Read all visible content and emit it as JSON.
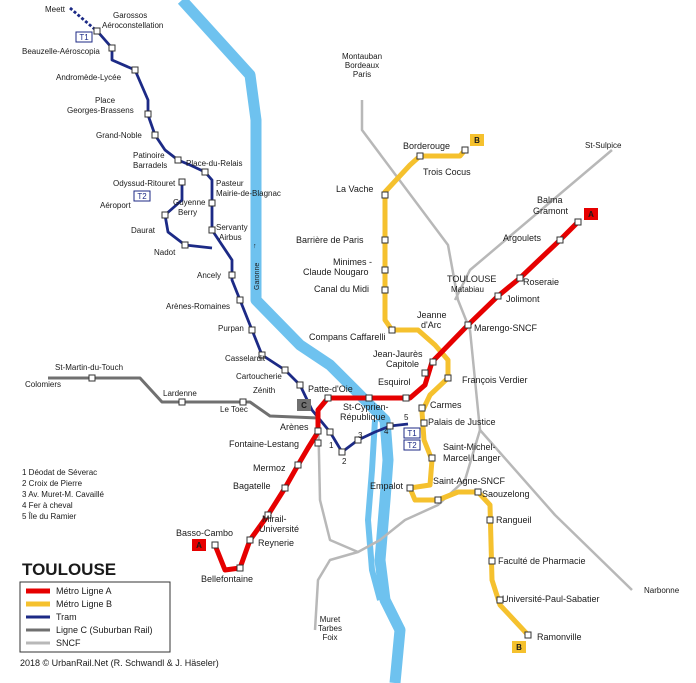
{
  "map_title": "TOULOUSE",
  "credit": "2018 © UrbanRail.Net (R. Schwandl & J. Häseler)",
  "river_label": "Garonne",
  "colors": {
    "line_a": "#e60000",
    "line_b": "#f5c12e",
    "tram": "#1c2a86",
    "suburban": "#707070",
    "sncf": "#b8b8b8",
    "river": "#6ec2ef"
  },
  "badges": {
    "line_a": "A",
    "line_b": "B",
    "tram_t1": "T1",
    "tram_t2": "T2",
    "line_c": "C"
  },
  "legend": {
    "line_a": "Métro Ligne A",
    "line_b": "Métro Ligne B",
    "tram": "Tram",
    "suburban": "Ligne C (Suburban Rail)",
    "sncf": "SNCF"
  },
  "footnotes": [
    "1  Déodat de Séverac",
    "2  Croix de Pierre",
    "3  Av. Muret-M. Cavaillé",
    "4  Fer à cheval",
    "5  Île du Ramier"
  ],
  "destinations": {
    "north_l1": "Montauban",
    "north_l2": "Bordeaux",
    "north_l3": "Paris",
    "st_sulpice": "St-Sulpice",
    "narbonne": "Narbonne",
    "south_l1": "Muret",
    "south_l2": "Tarbes",
    "south_l3": "Foix"
  },
  "stations": {
    "meett": "Meett",
    "garossos_l1": "Garossos",
    "garossos_l2": "Aéroconstellation",
    "beauzelle": "Beauzelle-Aéroscopia",
    "andromede": "Andromède-Lycée",
    "place_gb_l1": "Place",
    "place_gb_l2": "Georges-Brassens",
    "grand_noble": "Grand-Noble",
    "patinoire_l1": "Patinoire",
    "patinoire_l2": "Barradels",
    "place_relais": "Place-du-Relais",
    "odyssud": "Odyssud-Ritouret",
    "pasteur_l1": "Pasteur",
    "pasteur_l2": "Mairie-de-Blagnac",
    "aeroport": "Aéroport",
    "guyenne_l1": "Guyenne",
    "guyenne_l2": "Berry",
    "daurat": "Daurat",
    "servanty_l1": "Servanty",
    "servanty_l2": "Airbus",
    "nadot": "Nadot",
    "ancely": "Ancely",
    "arenes_romaines": "Arènes-Romaines",
    "purpan": "Purpan",
    "casselardit": "Casselardit",
    "cartoucherie": "Cartoucherie",
    "zenith": "Zénith",
    "st_martin": "St-Martin-du-Touch",
    "colomiers": "Colomiers",
    "lardenne": "Lardenne",
    "le_toec": "Le Toec",
    "patte_doie": "Patte-d'Oie",
    "arenes": "Arènes",
    "fontaine_lestang": "Fontaine-Lestang",
    "mermoz": "Mermoz",
    "bagatelle": "Bagatelle",
    "mirail_l1": "Mirail-",
    "mirail_l2": "Université",
    "reynerie": "Reynerie",
    "basso_cambo": "Basso-Cambo",
    "bellefontaine": "Bellefontaine",
    "st_cyprien_l1": "St-Cyprien-",
    "st_cyprien_l2": "République",
    "esquirol": "Esquirol",
    "capitole_l1": "Jean-Jaurès",
    "capitole_l2": "Capitole",
    "jeanne_darc_l1": "Jeanne",
    "jeanne_darc_l2": "d'Arc",
    "marengo": "Marengo-SNCF",
    "jolimont": "Jolimont",
    "roseraie": "Roseraie",
    "argoulets": "Argoulets",
    "balma_l1": "Balma",
    "balma_l2": "Gramont",
    "toulouse_matabiau_l1": "TOULOUSE",
    "toulouse_matabiau_l2": "Matabiau",
    "borderouge": "Borderouge",
    "trois_cocus": "Trois Cocus",
    "la_vache": "La Vache",
    "barriere_paris": "Barrière de Paris",
    "minimes_l1": "Minimes -",
    "minimes_l2": "Claude Nougaro",
    "canal_du_midi": "Canal du Midi",
    "compans": "Compans Caffarelli",
    "francois_verdier": "François Verdier",
    "carmes": "Carmes",
    "palais_justice": "Palais de Justice",
    "st_michel_l1": "Saint-Michel-",
    "st_michel_l2": "Marcel Langer",
    "empalot": "Empalot",
    "st_agne": "Saint-Agne-SNCF",
    "saouzelong": "Saouzelong",
    "rangueil": "Rangueil",
    "faculte": "Faculté de Pharmacie",
    "ups": "Université-Paul-Sabatier",
    "ramonville": "Ramonville"
  },
  "junction_numbers": {
    "n1": "1",
    "n2": "2",
    "n3": "3",
    "n4": "4",
    "n5": "5"
  }
}
